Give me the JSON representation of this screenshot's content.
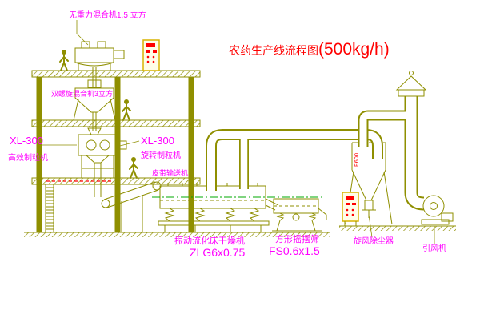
{
  "diagram": {
    "title": {
      "prefix": "农药生产线流程图",
      "capacity": "(500kg/h)"
    },
    "labels": {
      "top_mixer": "无重力混合机1.5 立方",
      "conical_mixer": "双螺旋混合机3立方",
      "granulator_left_model": "XL-300",
      "granulator_left_name": "高效制粒机",
      "granulator_center_model": "XL-300",
      "granulator_center_name": "旋转制粒机",
      "belt_conveyor": "皮带输送机",
      "dryer_name": "振动流化床干燥机",
      "dryer_model": "ZLG6x0.75",
      "sieve_name": "方形摇摆筛",
      "sieve_model": "FS0.6x1.5",
      "cyclone_name": "旋风除尘器",
      "cyclone_size": "F600",
      "fan_name": "引风机"
    },
    "colors": {
      "line": "#8f8f00",
      "label": "#ff00ff",
      "title": "#ff0000",
      "cabinet": "#d8b400",
      "accent": "#ff0000",
      "centerline": "#00a800"
    }
  }
}
